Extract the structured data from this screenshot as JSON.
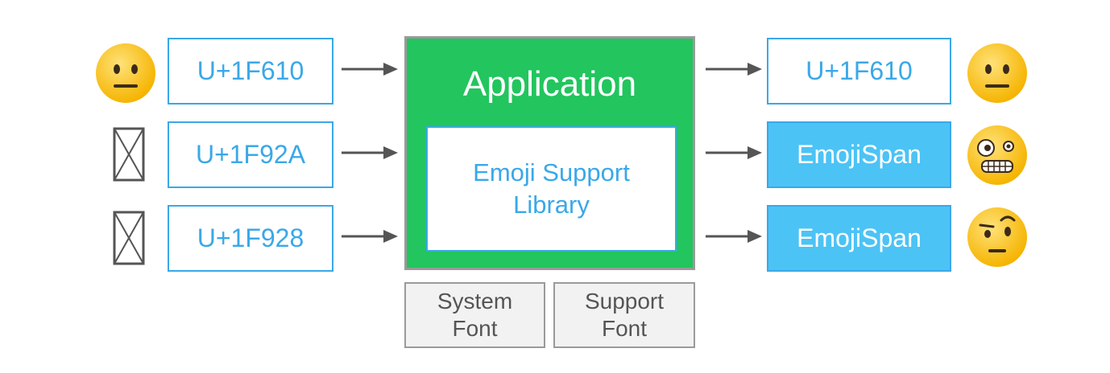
{
  "inputs": [
    {
      "code": "U+1F610",
      "glyph": "neutral-face-emoji"
    },
    {
      "code": "U+1F92A",
      "glyph": "missing-glyph-box"
    },
    {
      "code": "U+1F928",
      "glyph": "missing-glyph-box"
    }
  ],
  "application": {
    "title": "Application",
    "library_line1": "Emoji Support",
    "library_line2": "Library"
  },
  "fonts": {
    "system_line1": "System",
    "system_line2": "Font",
    "support_line1": "Support",
    "support_line2": "Font"
  },
  "outputs": [
    {
      "label": "U+1F610",
      "glyph": "neutral-face-emoji"
    },
    {
      "label": "EmojiSpan",
      "glyph": "grimacing-wide-eye-emoji"
    },
    {
      "label": "EmojiSpan",
      "glyph": "raised-eyebrow-emoji"
    }
  ],
  "colors": {
    "application_green": "#22c55e",
    "code_blue": "#3aa8e8",
    "span_fill": "#4cc3f5",
    "emoji_yellow": "#ffc933"
  }
}
